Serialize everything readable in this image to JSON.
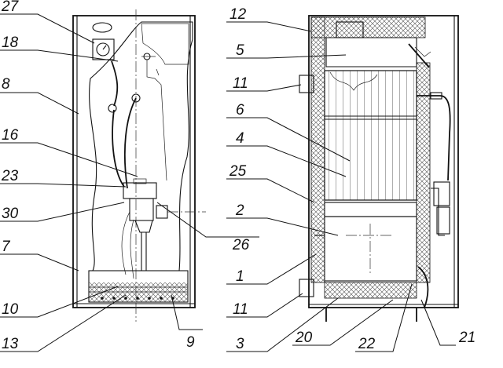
{
  "labels_left": [
    {
      "id": "27",
      "text": "27"
    },
    {
      "id": "18",
      "text": "18"
    },
    {
      "id": "8",
      "text": "8"
    },
    {
      "id": "16",
      "text": "16"
    },
    {
      "id": "23",
      "text": "23"
    },
    {
      "id": "30",
      "text": "30"
    },
    {
      "id": "7",
      "text": "7"
    },
    {
      "id": "10",
      "text": "10"
    },
    {
      "id": "13",
      "text": "13"
    },
    {
      "id": "9",
      "text": "9"
    }
  ],
  "labels_right": [
    {
      "id": "12",
      "text": "12"
    },
    {
      "id": "5",
      "text": "5"
    },
    {
      "id": "11a",
      "text": "11"
    },
    {
      "id": "6",
      "text": "6"
    },
    {
      "id": "4",
      "text": "4"
    },
    {
      "id": "25",
      "text": "25"
    },
    {
      "id": "2",
      "text": "2"
    },
    {
      "id": "26",
      "text": "26"
    },
    {
      "id": "1",
      "text": "1"
    },
    {
      "id": "11b",
      "text": "11"
    },
    {
      "id": "3",
      "text": "3"
    },
    {
      "id": "20",
      "text": "20"
    },
    {
      "id": "22",
      "text": "22"
    },
    {
      "id": "21",
      "text": "21"
    }
  ]
}
